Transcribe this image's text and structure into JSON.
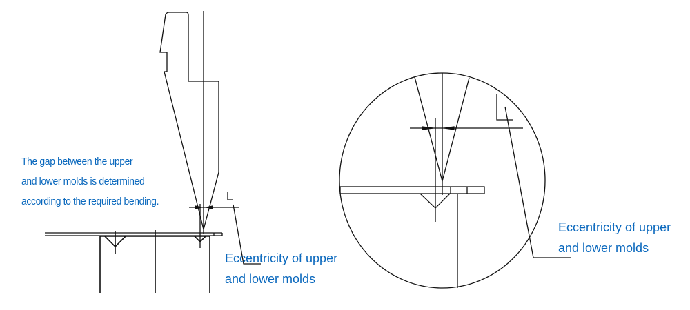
{
  "left_diagram": {
    "gap_note": {
      "lines": [
        "The gap between the upper",
        "and lower molds is determined",
        "according to the required bending."
      ]
    },
    "eccentricity_label": {
      "lines": [
        "Eccentricity of upper",
        "and lower molds"
      ]
    }
  },
  "right_diagram": {
    "eccentricity_label": {
      "lines": [
        "Eccentricity of upper",
        "and lower molds"
      ]
    }
  },
  "colors": {
    "label": "#0a68bd",
    "line": "#111111"
  }
}
